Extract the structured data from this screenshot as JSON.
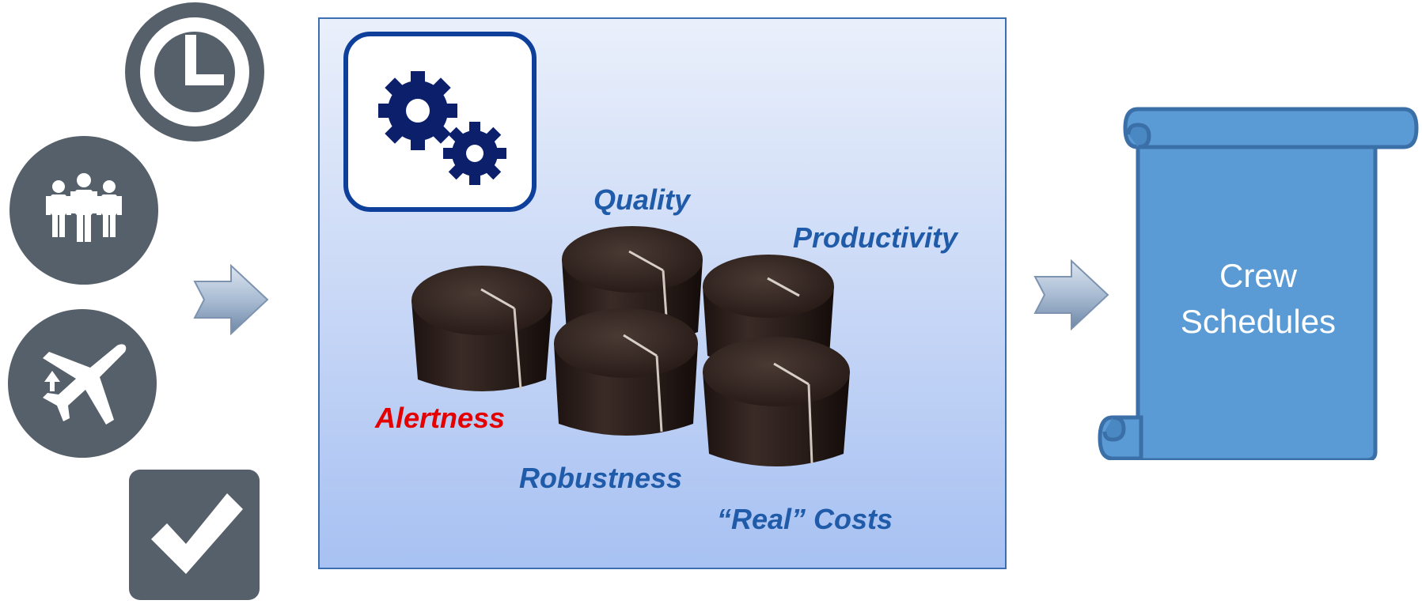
{
  "inputs": {
    "icons": [
      "clock-icon",
      "crew-icon",
      "airplane-icon",
      "checkmark-icon"
    ],
    "icon_bg": "#56606b"
  },
  "optimizer": {
    "icon": "gears-icon",
    "gear_color": "#0b1f6b",
    "knob_labels": {
      "quality": "Quality",
      "productivity": "Productivity",
      "alertness": "Alertness",
      "robustness": "Robustness",
      "real_costs": "“Real” Costs"
    },
    "label_color": "#1f5ba8",
    "highlight_color": "#e50000"
  },
  "output": {
    "line1": "Crew",
    "line2": "Schedules",
    "scroll_color": "#5b9bd5"
  }
}
